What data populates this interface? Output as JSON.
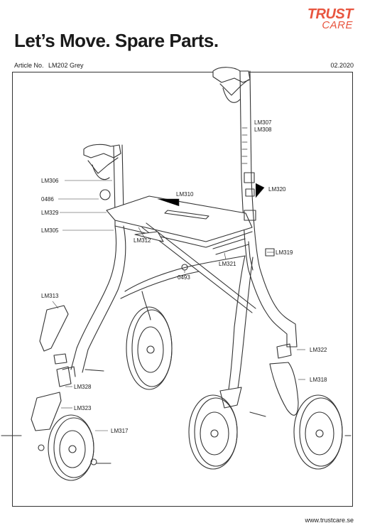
{
  "brand": {
    "line1": "TRUST",
    "line2": "CARE",
    "color": "#e8553f"
  },
  "title": "Let’s Move. Spare Parts.",
  "meta": {
    "article_label": "Article No.",
    "article_value": "LM202 Grey",
    "date": "02.2020"
  },
  "footer": {
    "url": "www.trustcare.se"
  },
  "parts": {
    "lm307": "LM307",
    "lm308": "LM308",
    "lm320": "LM320",
    "lm306": "LM306",
    "lm310": "LM310",
    "p0486": "0486",
    "lm329": "LM329",
    "lm305": "LM305",
    "lm312": "LM312",
    "lm319": "LM319",
    "lm321": "LM321",
    "p0493": "0493",
    "lm313": "LM313",
    "lm322": "LM322",
    "lm318": "LM318",
    "lm328": "LM328",
    "lm323": "LM323",
    "lm317": "LM317"
  }
}
